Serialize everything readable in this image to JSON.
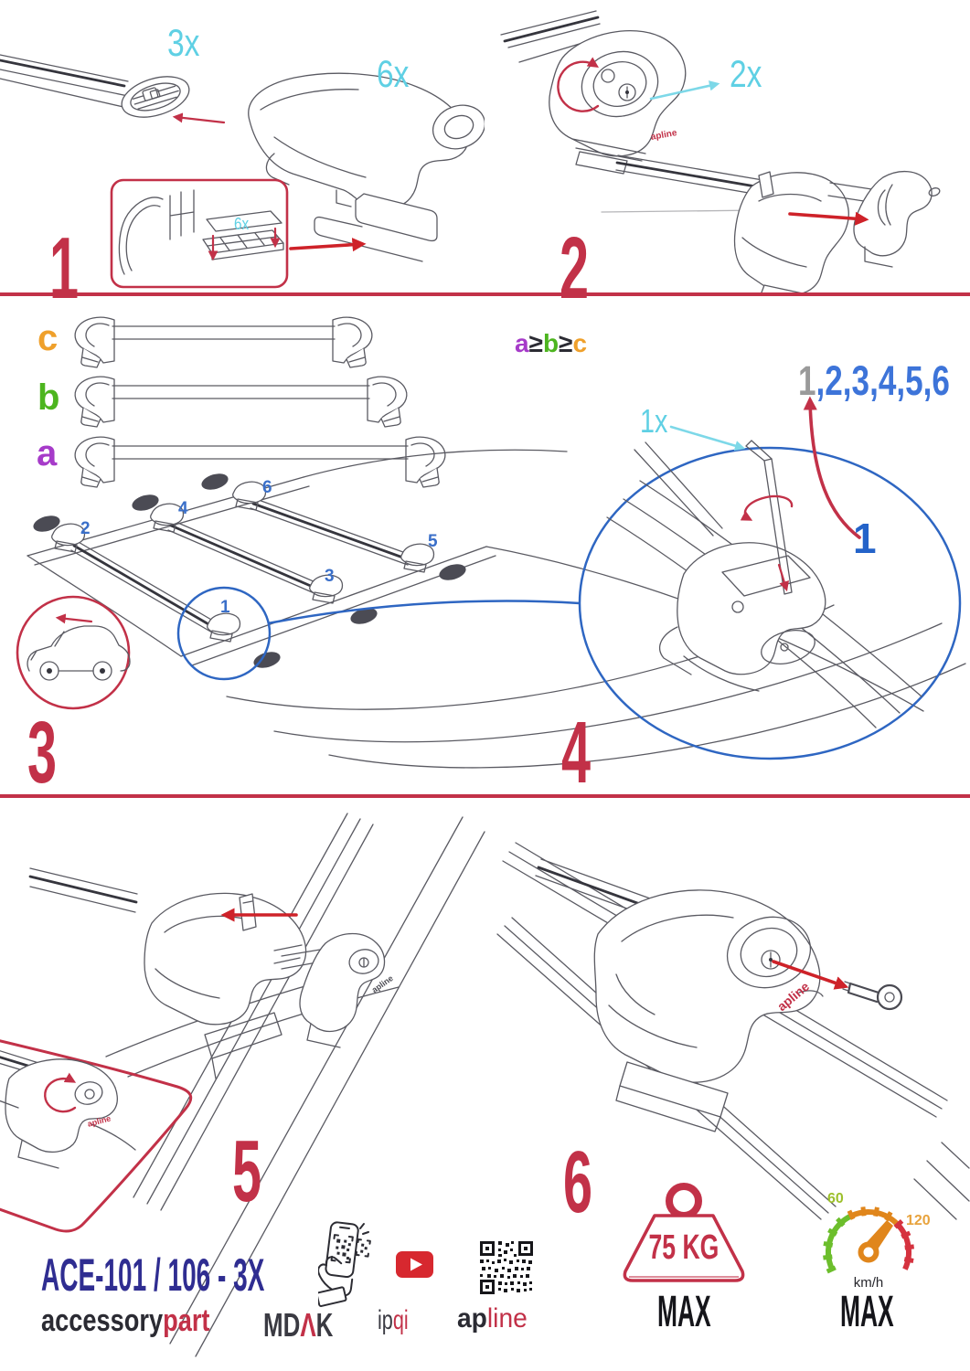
{
  "steps": {
    "step1": {
      "number": "1",
      "bar_qty": "3x",
      "foot_qty": "6x",
      "pad_qty": "6x"
    },
    "step2": {
      "number": "2",
      "knob_qty": "2x",
      "brand_mark": "apline"
    },
    "step3": {
      "number": "3",
      "bar_labels": {
        "c": "c",
        "b": "b",
        "a": "a"
      },
      "positions": {
        "p1": "1",
        "p2": "2",
        "p3": "3",
        "p4": "4",
        "p5": "5",
        "p6": "6"
      }
    },
    "step4": {
      "number": "4",
      "rule": {
        "a": "a",
        "geq1": "≥",
        "b": "b",
        "geq2": "≥",
        "c": "c"
      },
      "sequence": {
        "first": "1",
        "rest": ",2,3,4,5,6"
      },
      "tool_qty": "1x",
      "callout": "1"
    },
    "step5": {
      "number": "5",
      "brand_mark_dark": "apline",
      "brand_mark_red": "apline"
    },
    "step6": {
      "number": "6",
      "brand_mark": "apline"
    }
  },
  "footer": {
    "model": "ACE-101 / 106 - 3X",
    "brand": {
      "black": "accessory",
      "red": "part"
    },
    "logos": {
      "mdak_left": "MD",
      "mdak_mid": "Λ",
      "mdak_right": "K",
      "ipqi_left": "ip",
      "ipqi_right": "qi",
      "apline_left": "ap",
      "apline_right": "line"
    },
    "limits": {
      "weight_value": "75 KG",
      "weight_max": "MAX",
      "speed_low": "60",
      "speed_high": "120",
      "speed_unit": "km/h",
      "speed_max": "MAX"
    }
  },
  "colors": {
    "crimson": "#c23148",
    "arrow_red": "#ce2229",
    "cyan": "#5fd0e4",
    "blue_circle": "#2e66c2",
    "number_blue": "#3a6fc9",
    "sequence_gray": "#9a9a9a",
    "purple_a": "#a63bc9",
    "green_b": "#4db51f",
    "orange_c": "#efa02b",
    "navy": "#2f2d91",
    "ink": "#2b2b33",
    "youtube_red": "#d7282f",
    "gauge_green": "#6cbe2c",
    "gauge_orange": "#e0861c",
    "gauge_red": "#d5323f"
  }
}
